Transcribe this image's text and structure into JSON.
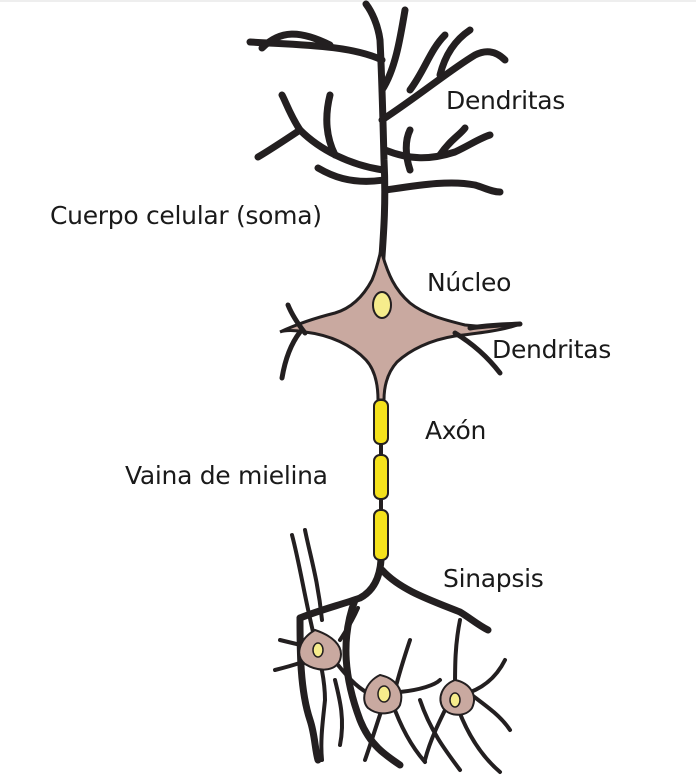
{
  "labels": {
    "dendritas_top": "Dendritas",
    "cuerpo_celular": "Cuerpo celular (soma)",
    "nucleo": "Núcleo",
    "dendritas_right": "Dendritas",
    "axon": "Axón",
    "vaina_mielina": "Vaina de mielina",
    "sinapsis": "Sinapsis"
  },
  "colors": {
    "outline": "#231f20",
    "cell_body": "#c9a9a0",
    "nucleus": "#f6ec8c",
    "myelin": "#f5e21c"
  }
}
